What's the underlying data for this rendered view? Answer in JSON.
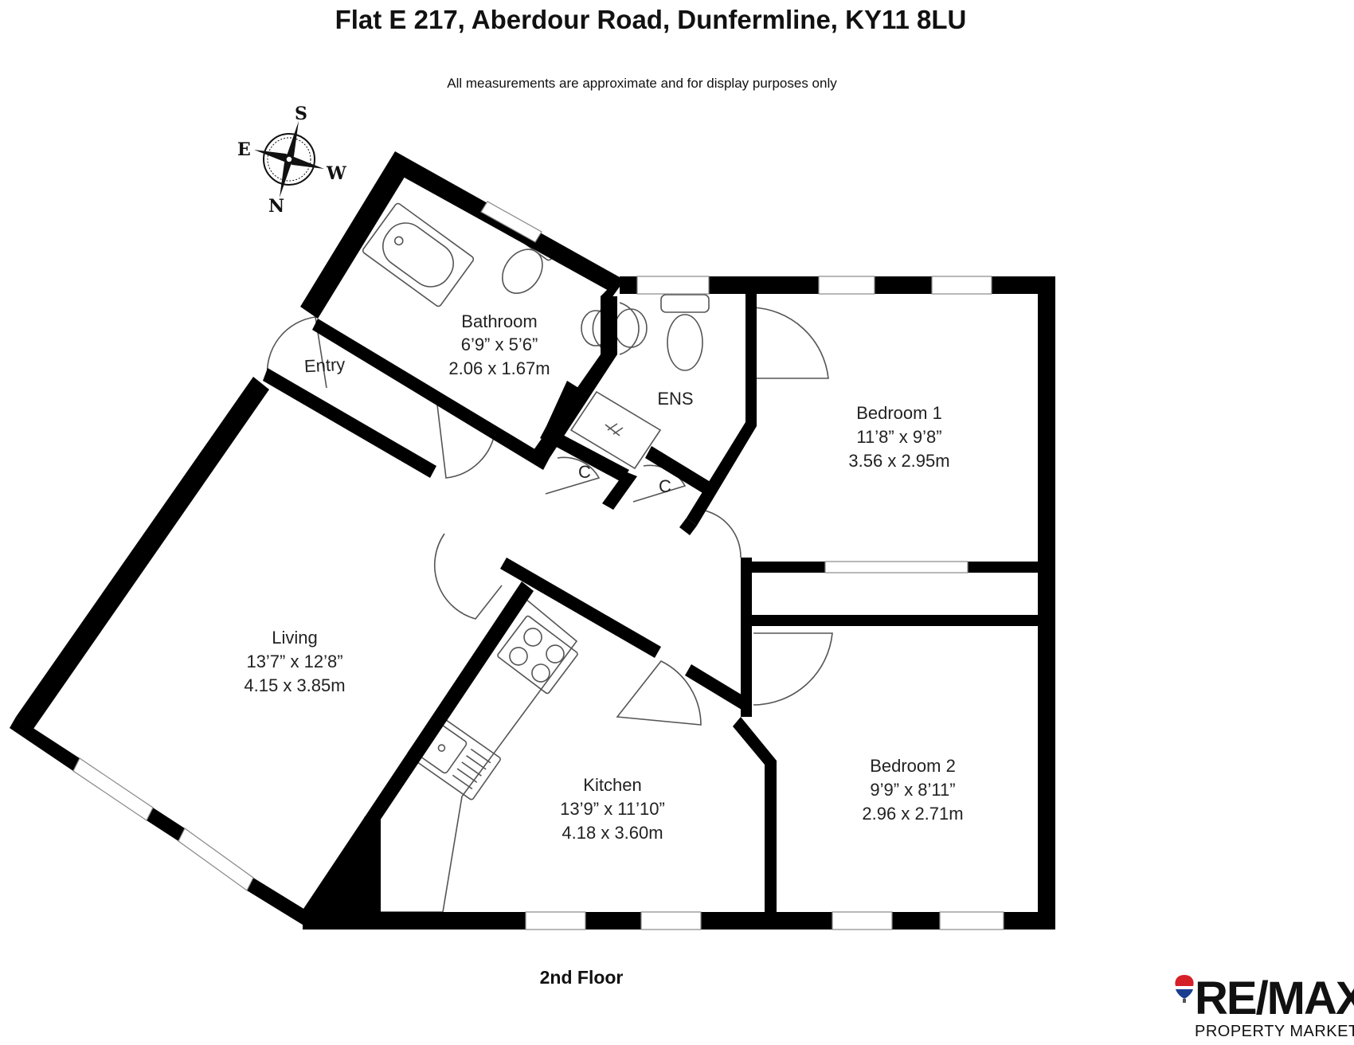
{
  "header": {
    "title": "Flat E 217, Aberdour Road, Dunfermline, KY11 8LU",
    "subtitle": "All measurements are approximate and for display purposes only"
  },
  "floor_label": "2nd Floor",
  "compass": {
    "north": "N",
    "south": "S",
    "east": "E",
    "west": "W"
  },
  "rooms": {
    "bathroom": {
      "name": "Bathroom",
      "imperial": "6’9” x 5’6”",
      "metric": "2.06 x 1.67m"
    },
    "entry": {
      "name": "Entry"
    },
    "ens": {
      "name": "ENS"
    },
    "cupboard1": {
      "name": "C"
    },
    "cupboard2": {
      "name": "C"
    },
    "bedroom1": {
      "name": "Bedroom 1",
      "imperial": "11’8” x 9’8”",
      "metric": "3.56 x 2.95m"
    },
    "living": {
      "name": "Living",
      "imperial": "13’7” x 12’8”",
      "metric": "4.15 x 3.85m"
    },
    "kitchen": {
      "name": "Kitchen",
      "imperial": "13’9” x 11’10”",
      "metric": "4.18 x 3.60m"
    },
    "bedroom2": {
      "name": "Bedroom 2",
      "imperial": "9’9” x 8’11”",
      "metric": "2.96 x 2.71m"
    }
  },
  "logo": {
    "brand": "RE/MAX",
    "tagline": "PROPERTY MARKETING"
  },
  "colors": {
    "wall": "#000000",
    "fixture": "#555555",
    "balloon_red": "#d62028",
    "balloon_blue": "#1a3d8f"
  }
}
